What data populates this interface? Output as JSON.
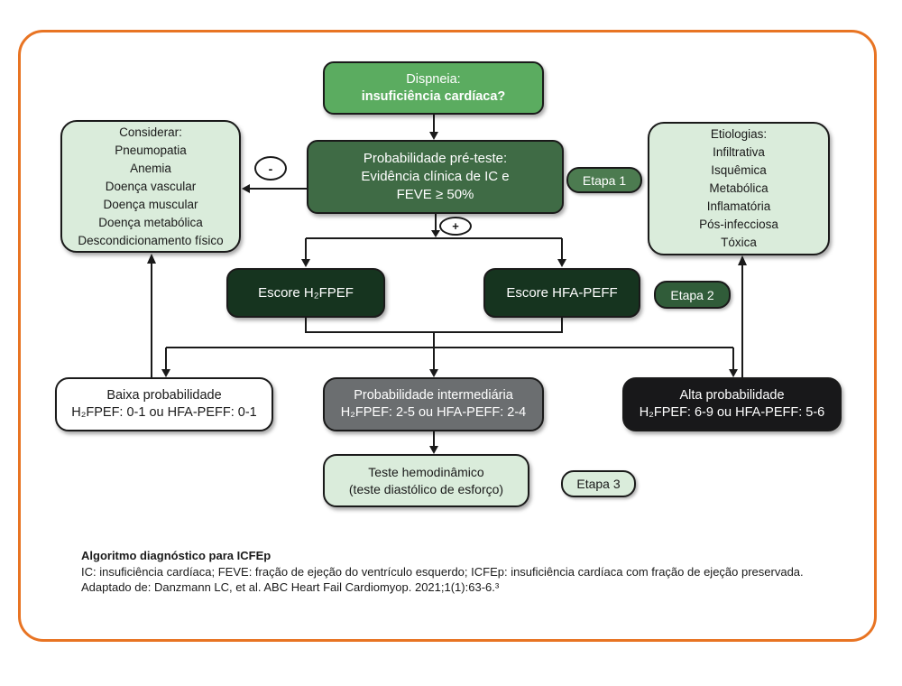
{
  "flowchart": {
    "dispneia": {
      "line1": "Dispneia:",
      "line2": "insuficiência cardíaca?"
    },
    "pretest": {
      "line1": "Probabilidade pré-teste:",
      "line2": "Evidência clínica de IC e",
      "line3": "FEVE ≥ 50%"
    },
    "minus_symbol": "-",
    "plus_symbol": "+",
    "considerar": {
      "title": "Considerar:",
      "items": [
        "Pneumopatia",
        "Anemia",
        "Doença vascular",
        "Doença muscular",
        "Doença metabólica",
        "Descondicionamento físico"
      ]
    },
    "etiologias": {
      "title": "Etiologias:",
      "items": [
        "Infiltrativa",
        "Isquêmica",
        "Metabólica",
        "Inflamatória",
        "Pós-infecciosa",
        "Tóxica"
      ]
    },
    "escore_h2fpef": "Escore H₂FPEF",
    "escore_hfapeff": "Escore HFA-PEFF",
    "etapa1": "Etapa 1",
    "etapa2": "Etapa 2",
    "etapa3": "Etapa 3",
    "baixa": {
      "line1": "Baixa probabilidade",
      "line2": "H₂FPEF: 0-1 ou HFA-PEFF: 0-1"
    },
    "intermediaria": {
      "line1": "Probabilidade intermediária",
      "line2": "H₂FPEF: 2-5 ou HFA-PEFF: 2-4"
    },
    "alta": {
      "line1": "Alta probabilidade",
      "line2": "H₂FPEF: 6-9 ou HFA-PEFF: 5-6"
    },
    "teste": {
      "line1": "Teste hemodinâmico",
      "line2": "(teste diastólico de esforço)"
    }
  },
  "footer": {
    "title": "Algoritmo diagnóstico para ICFEp",
    "line2": "IC: insuficiência cardíaca; FEVE: fração de ejeção do ventrículo esquerdo; ICFEp: insuficiência cardíaca com fração de ejeção preservada.",
    "line3": "Adaptado de: Danzmann LC, et al. ABC Heart Fail Cardiomyop. 2021;1(1):63-6.³"
  },
  "colors": {
    "frame_orange": "#E87423",
    "green_medium": "#5BAC60",
    "green_dark": "#3F6B45",
    "green_darkest": "#16341F",
    "green_light": "#DAECDB",
    "badge_green_etapa1": "#4C7B50",
    "badge_green_etapa2": "#305C39",
    "gray_box": "#6B6E70",
    "black_box": "#18181A",
    "line_color": "#1A1A1A"
  }
}
